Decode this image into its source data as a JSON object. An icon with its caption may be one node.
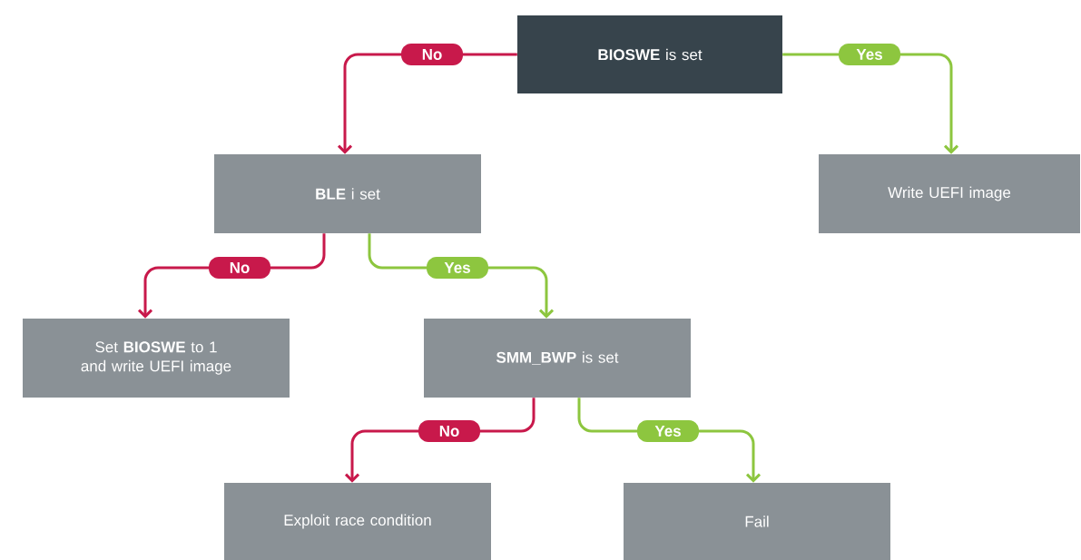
{
  "diagram": {
    "nodes": [
      {
        "text": [
          "**BIOSWE** is set"
        ]
      },
      {
        "text": [
          "**BLE** i set"
        ]
      },
      {
        "text": [
          "Write UEFI image"
        ]
      },
      {
        "text": [
          "Set **BIOSWE** to 1 and write UEFI image"
        ]
      },
      {
        "text": [
          "**SMM_BWP** is set"
        ]
      },
      {
        "text": [
          "Exploit race condition"
        ]
      },
      {
        "text": [
          "Fail"
        ]
      }
    ],
    "edges": [
      {
        "from": 0,
        "to": 1,
        "arrow": "to",
        "label": "No",
        "color": "#c8194b"
      },
      {
        "from": 0,
        "to": 2,
        "arrow": "to",
        "label": "Yes",
        "color": "#8dc63f"
      },
      {
        "from": 1,
        "to": 3,
        "arrow": "to",
        "label": "No",
        "color": "#c8194b"
      },
      {
        "from": 1,
        "to": 4,
        "arrow": "to",
        "label": "Yes",
        "color": "#8dc63f"
      },
      {
        "from": 4,
        "to": 5,
        "arrow": "to",
        "label": "No",
        "color": "#c8194b"
      },
      {
        "from": 4,
        "to": 6,
        "arrow": "to",
        "label": "Yes",
        "color": "#8dc63f"
      }
    ]
  }
}
